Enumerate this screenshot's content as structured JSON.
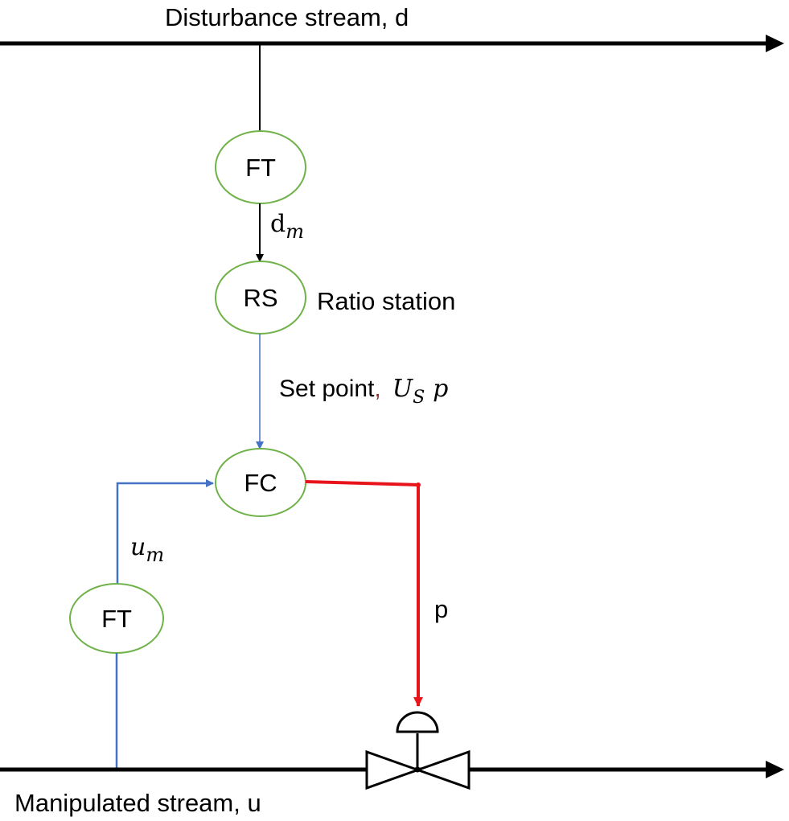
{
  "streams": {
    "disturbance": "Disturbance stream, d",
    "manipulated": "Manipulated stream, u"
  },
  "nodes": {
    "ft_top": "FT",
    "rs": "RS",
    "fc": "FC",
    "ft_bottom": "FT"
  },
  "labels": {
    "dm_base": "d",
    "dm_sub": "m",
    "ratio_station": "Ratio station",
    "set_point_text": "Set point",
    "set_point_comma": ",",
    "us_main": "U",
    "us_sub": "S",
    "us_p": "p",
    "um_base": "u",
    "um_sub": "m",
    "p_signal": "p"
  },
  "colors": {
    "line_black": "#000000",
    "signal_blue": "#4472c4",
    "signal_red": "#e8141b",
    "node_border": "#70b24a"
  }
}
